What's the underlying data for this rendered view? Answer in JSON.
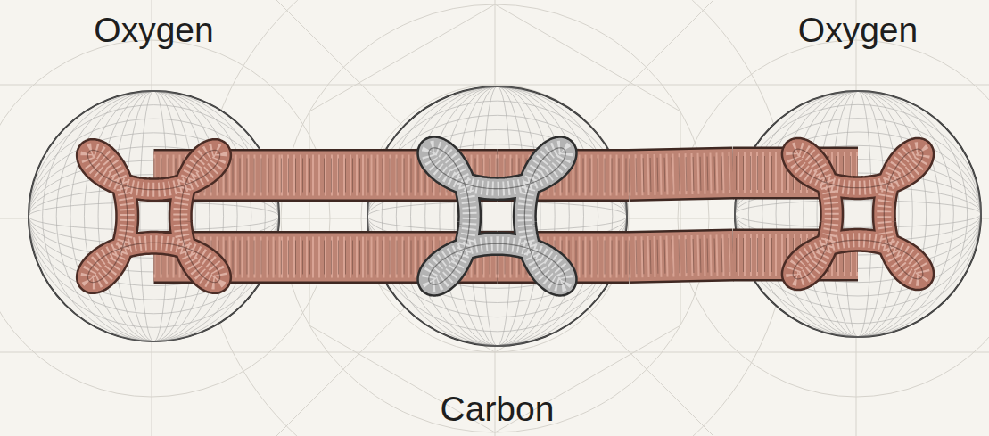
{
  "diagram": {
    "nodes": [
      {
        "text": [
          "Oxygen"
        ]
      },
      {
        "text": [
          "Carbon"
        ]
      },
      {
        "text": [
          "Oxygen"
        ]
      }
    ],
    "edges": [
      {
        "from": 0,
        "to": 1,
        "arrow": "none"
      },
      {
        "from": 1,
        "to": 2,
        "arrow": "none"
      }
    ]
  }
}
